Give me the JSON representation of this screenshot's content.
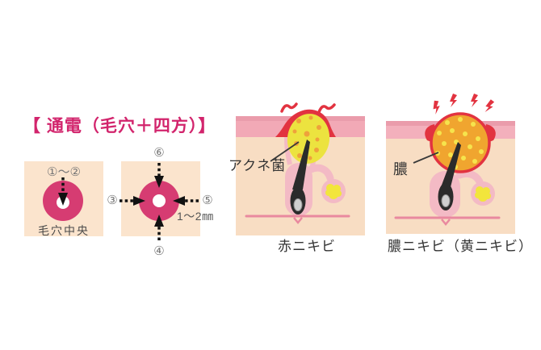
{
  "title": {
    "text": "【 通電（毛穴＋四方）】",
    "color": "#d2246c"
  },
  "colors": {
    "pore_magenta": "#d63c72",
    "pad_peach": "#fbe4cd",
    "skin_peach": "#f8ddc3",
    "epidermis_pink": "#f2a9b6",
    "epidermis_pink_dark": "#ea9cab",
    "inflammation_red": "#e23340",
    "pus_yellow": "#ece33f",
    "pus_orange": "#f0a52f",
    "follicle_pink": "#f3bac5",
    "dermis_line_pink": "#e9899f",
    "hair_black": "#2b2b2b",
    "number_gray": "#767676",
    "label_dark": "#333333"
  },
  "icons": {
    "arrow": "dotted-arrow-icon",
    "squiggle": "irritation-squiggle-icon",
    "bolt": "pain-lightning-icon"
  },
  "pore_center_diagram": {
    "steps_label": "①～②",
    "caption": "毛穴中央"
  },
  "four_direction_diagram": {
    "top_label": "⑥",
    "bottom_label": "④",
    "left_label": "③",
    "right_label": "⑤",
    "distance_label": "1～2㎜"
  },
  "red_acne_illustration": {
    "callout": "アクネ菌",
    "caption": "赤ニキビ"
  },
  "pus_acne_illustration": {
    "callout": "膿",
    "caption": "膿ニキビ（黄ニキビ）"
  }
}
